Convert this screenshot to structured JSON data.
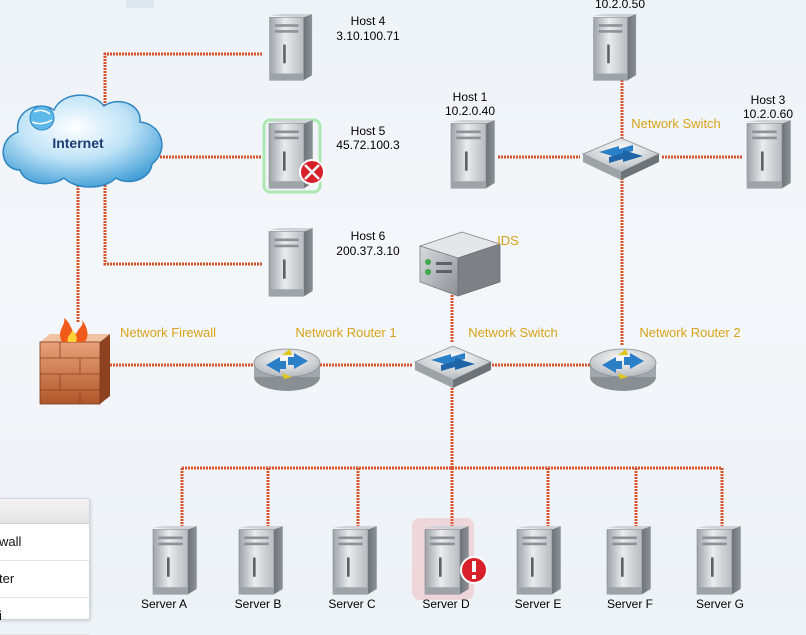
{
  "hosts": [
    {
      "id": "host4",
      "name": "Host 4",
      "ip": "3.10.100.71",
      "status": "normal"
    },
    {
      "id": "host5",
      "name": "Host 5",
      "ip": "45.72.100.3",
      "status": "compromised"
    },
    {
      "id": "host6",
      "name": "Host 6",
      "ip": "200.37.3.10",
      "status": "normal"
    },
    {
      "id": "host1",
      "name": "Host 1",
      "ip": "10.2.0.40",
      "status": "normal"
    },
    {
      "id": "host2",
      "name": "",
      "ip": "10.2.0.50",
      "status": "normal"
    },
    {
      "id": "host3",
      "name": "Host 3",
      "ip": "10.2.0.60",
      "status": "normal"
    }
  ],
  "devices": {
    "internet": "Internet",
    "ids": "IDS",
    "firewall": "Network Firewall",
    "router1": "Network Router 1",
    "router2": "Network Router 2",
    "switch_main": "Network Switch",
    "switch_top": "Network Switch"
  },
  "servers": [
    {
      "name": "Server A",
      "status": "normal"
    },
    {
      "name": "Server B",
      "status": "normal"
    },
    {
      "name": "Server C",
      "status": "normal"
    },
    {
      "name": "Server D",
      "status": "alert"
    },
    {
      "name": "Server E",
      "status": "normal"
    },
    {
      "name": "Server F",
      "status": "normal"
    },
    {
      "name": "Server G",
      "status": "normal"
    }
  ],
  "side_panel": {
    "items": [
      "wall",
      "ter",
      "i"
    ]
  },
  "colors": {
    "link": "#d6532c",
    "device_label": "#d9a21b",
    "alert": "#d8202a"
  }
}
